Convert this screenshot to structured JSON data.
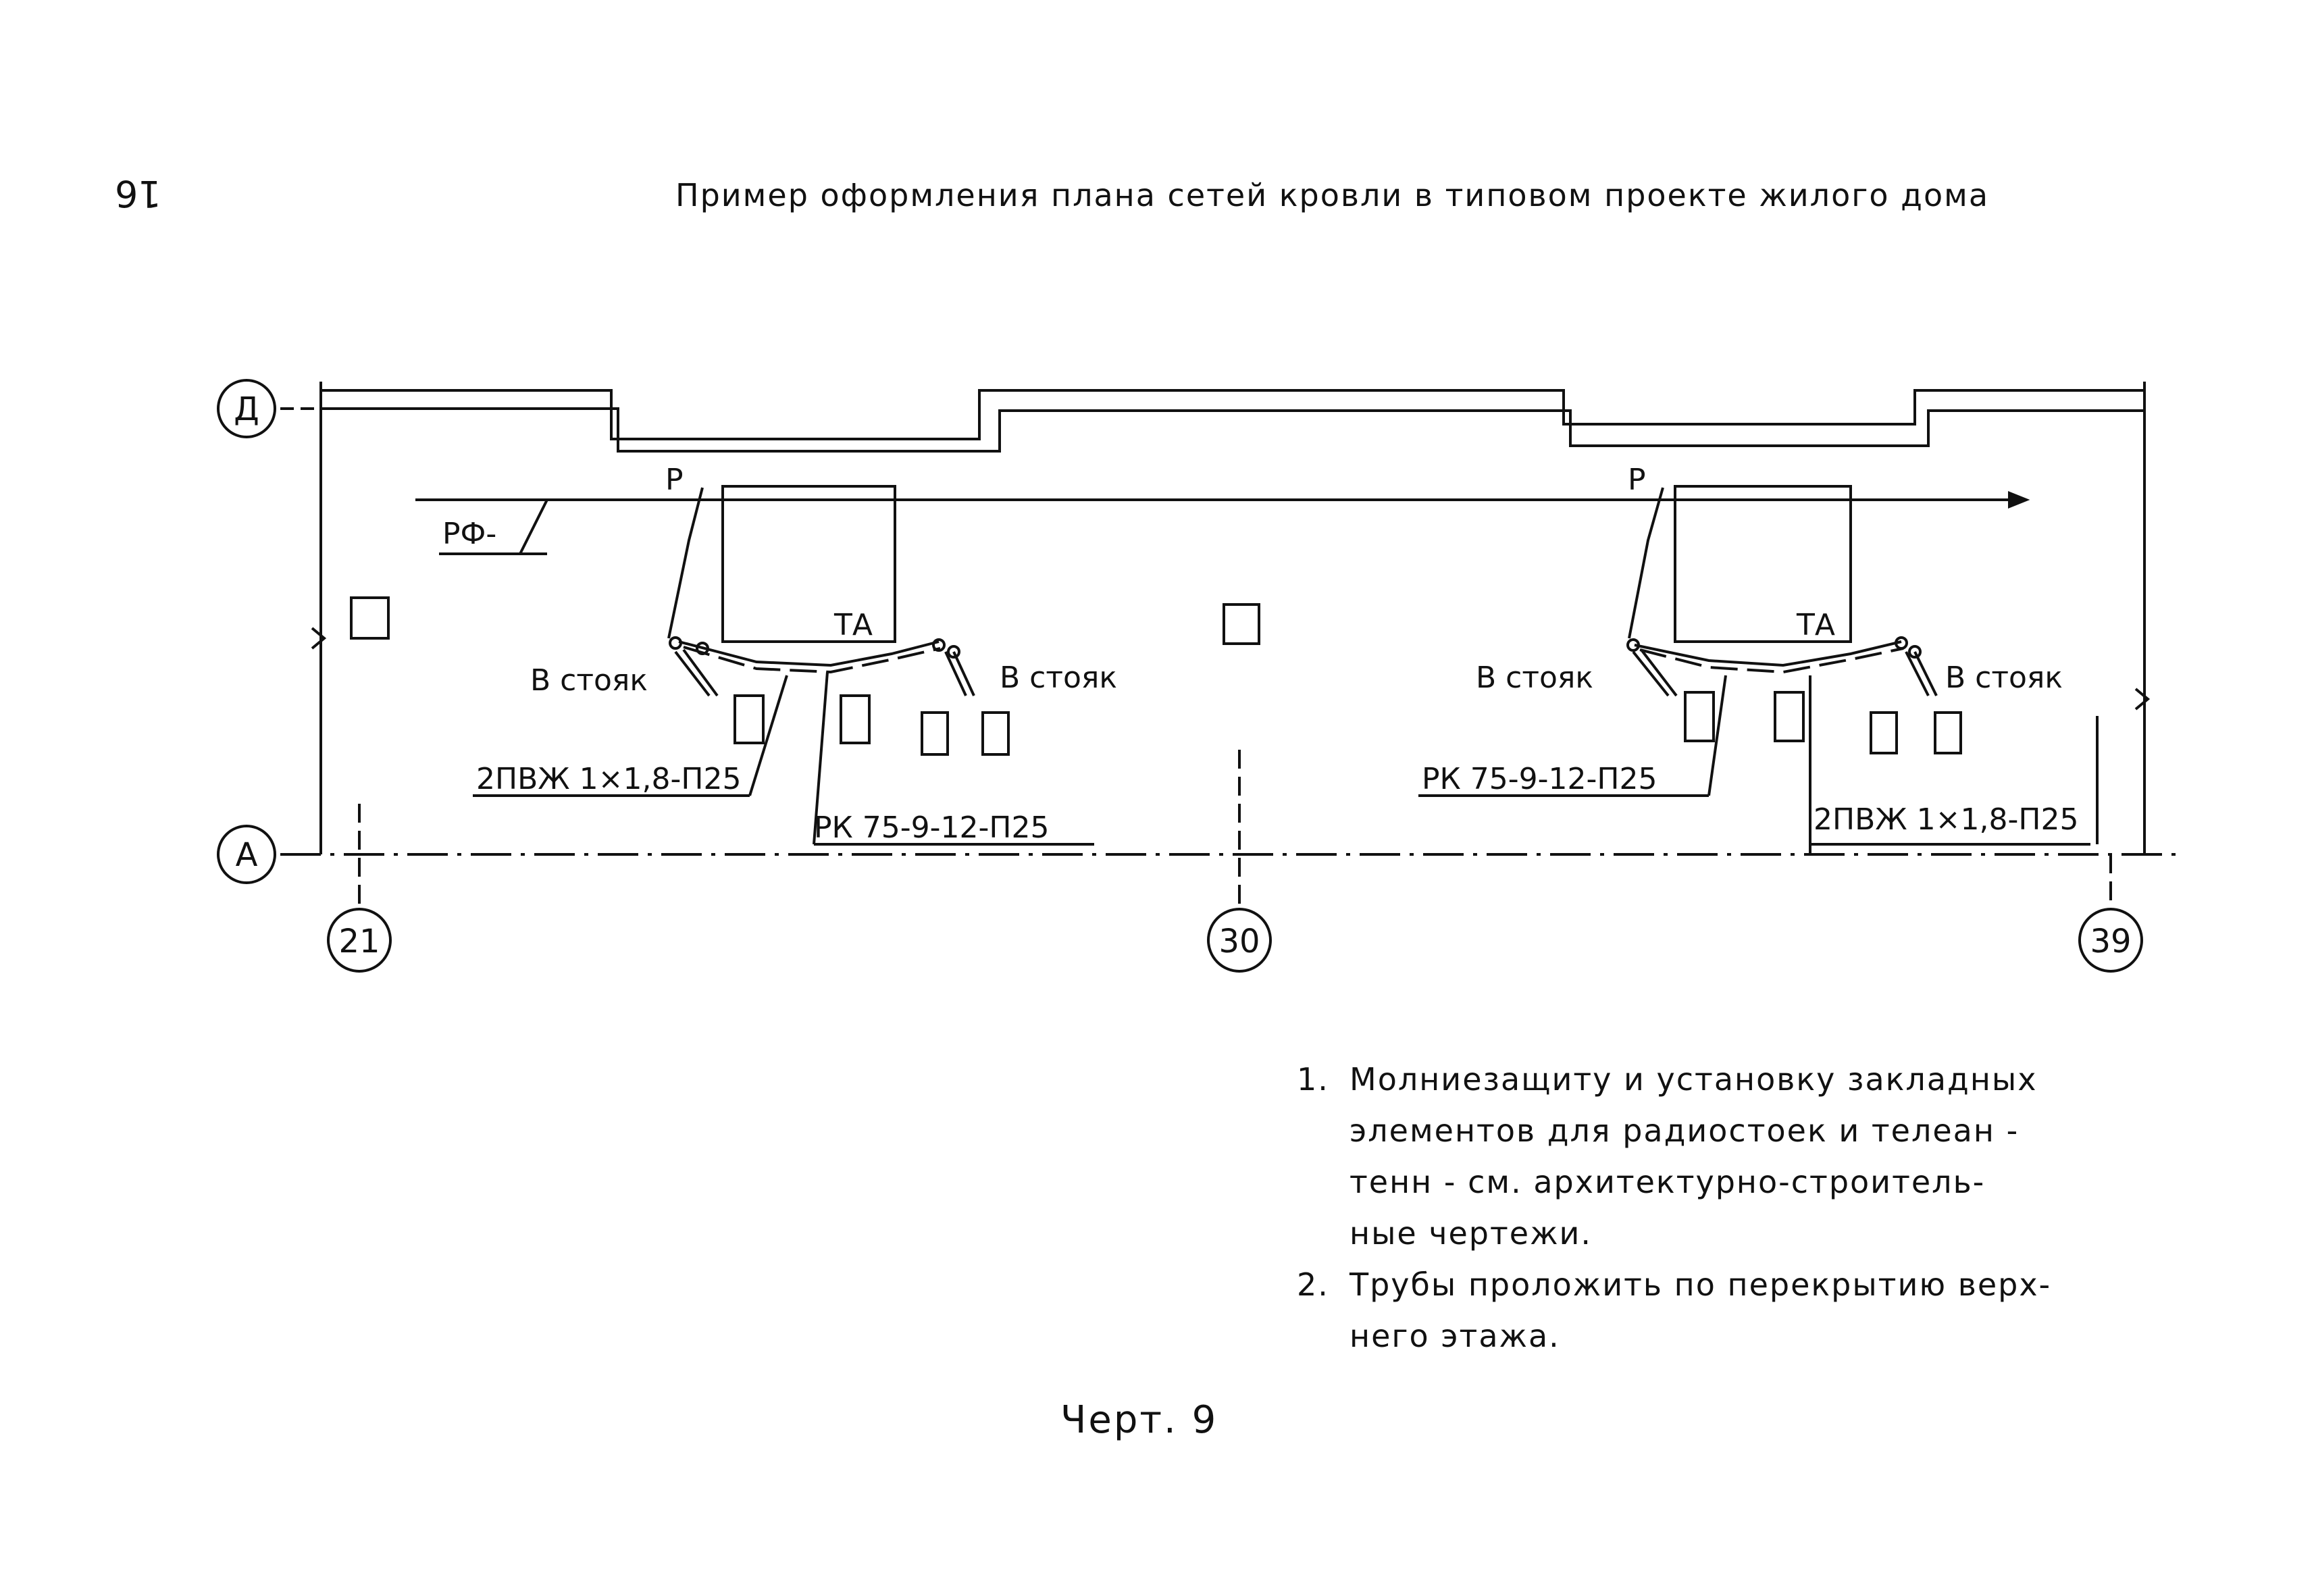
{
  "page_number": "16",
  "title": "Пример оформления плана сетей кровли в типовом проекте жилого дома",
  "axes": {
    "row_top": "Д",
    "row_bottom": "А",
    "col_left": "21",
    "col_mid": "30",
    "col_right": "39"
  },
  "labels": {
    "rf": "РФ-",
    "p_left": "Р",
    "p_right": "Р",
    "ta_left": "ТА",
    "ta_right": "ТА",
    "stoyak_1": "В стояк",
    "stoyak_2": "В стояк",
    "stoyak_3": "В стояк",
    "stoyak_4": "В стояк",
    "wire_left": "2ПВЖ 1×1,8-П25",
    "coax_left": "РК 75-9-12-П25",
    "coax_right": "РК 75-9-12-П25",
    "wire_right": "2ПВЖ 1×1,8-П25"
  },
  "notes": [
    {
      "num": "1.",
      "lines": [
        "Молниезащиту и установку закладных",
        "элементов для радиостоек и телеан -",
        "тенн - см. архитектурно-строитель-",
        "ные чертежи."
      ]
    },
    {
      "num": "2.",
      "lines": [
        "Трубы проложить по перекрытию верх-",
        "него этажа."
      ]
    }
  ],
  "caption": "Черт. 9"
}
